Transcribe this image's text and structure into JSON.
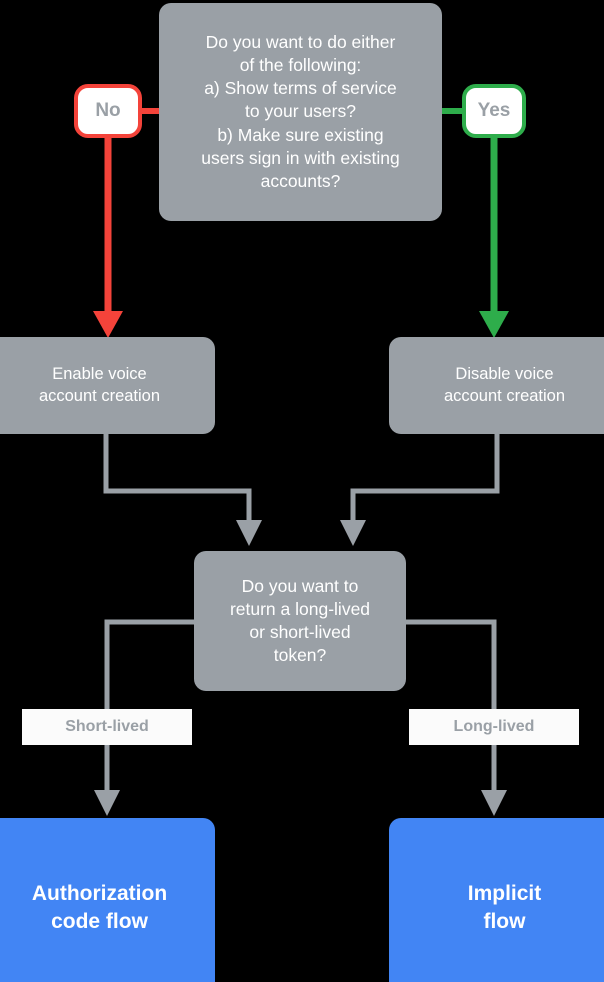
{
  "diagram": {
    "title": "Voice account linking flow decision chart",
    "background": "#000000",
    "colors": {
      "node_gray": "#9aa0a6",
      "node_blue": "#4285f4",
      "edge_gray": "#9aa0a6",
      "edge_red": "#f4433a",
      "edge_green": "#2ead4b",
      "label_background": "#fbfbfb",
      "label_text": "#9aa0a6",
      "node_text": "#ffffff"
    }
  },
  "nodes": {
    "decision_top": {
      "text": "Do you want to do either\nof the following:\na) Show terms of service\nto your users?\nb) Make sure existing\nusers sign in with existing\naccounts?",
      "type": "decision"
    },
    "enable": {
      "text": "Enable voice\naccount creation",
      "type": "action"
    },
    "disable": {
      "text": "Disable voice\naccount creation",
      "type": "action"
    },
    "decision_token": {
      "text": "Do you want to\nreturn a long-lived\nor short-lived\ntoken?",
      "type": "decision"
    },
    "auth_code_flow": {
      "text": "Authorization\ncode flow",
      "type": "outcome"
    },
    "implicit_flow": {
      "text": "Implicit\nflow",
      "type": "outcome"
    }
  },
  "badges": {
    "no": {
      "label": "No",
      "color": "#f4433a"
    },
    "yes": {
      "label": "Yes",
      "color": "#2ead4b"
    }
  },
  "edge_labels": {
    "short_lived": "Short-lived",
    "long_lived": "Long-lived"
  },
  "edges": [
    {
      "from": "decision_top",
      "to": "enable",
      "label": "No",
      "color": "#f4433a"
    },
    {
      "from": "decision_top",
      "to": "disable",
      "label": "Yes",
      "color": "#2ead4b"
    },
    {
      "from": "enable",
      "to": "decision_token",
      "label": "",
      "color": "#9aa0a6"
    },
    {
      "from": "disable",
      "to": "decision_token",
      "label": "",
      "color": "#9aa0a6"
    },
    {
      "from": "decision_token",
      "to": "auth_code_flow",
      "label": "Short-lived",
      "color": "#9aa0a6"
    },
    {
      "from": "decision_token",
      "to": "implicit_flow",
      "label": "Long-lived",
      "color": "#9aa0a6"
    }
  ]
}
